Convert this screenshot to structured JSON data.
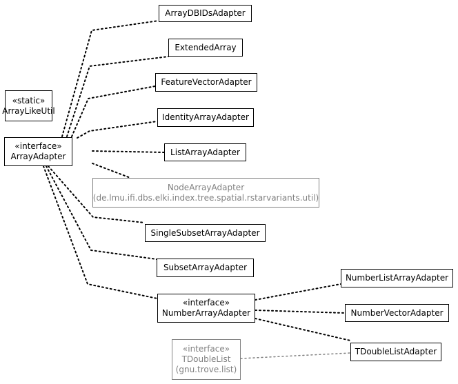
{
  "colors": {
    "line": "#000000",
    "external_line": "#808080",
    "external_text": "#808080",
    "box_border": "#000000",
    "background": "#ffffff"
  },
  "classes": {
    "array_like_util": {
      "stereotype": "«static»",
      "name": "ArrayLikeUtil"
    },
    "array_adapter": {
      "stereotype": "«interface»",
      "name": "ArrayAdapter"
    },
    "array_dbids_adapter": {
      "name": "ArrayDBIDsAdapter"
    },
    "extended_array": {
      "name": "ExtendedArray"
    },
    "feature_vector_adapter": {
      "name": "FeatureVectorAdapter"
    },
    "identity_array_adapter": {
      "name": "IdentityArrayAdapter"
    },
    "list_array_adapter": {
      "name": "ListArrayAdapter"
    },
    "node_array_adapter": {
      "name": "NodeArrayAdapter",
      "package": "(de.lmu.ifi.dbs.elki.index.tree.spatial.rstarvariants.util)"
    },
    "single_subset_array_adapter": {
      "name": "SingleSubsetArrayAdapter"
    },
    "subset_array_adapter": {
      "name": "SubsetArrayAdapter"
    },
    "number_array_adapter": {
      "stereotype": "«interface»",
      "name": "NumberArrayAdapter"
    },
    "number_list_array_adapter": {
      "name": "NumberListArrayAdapter"
    },
    "number_vector_adapter": {
      "name": "NumberVectorAdapter"
    },
    "tdouble_list_adapter": {
      "name": "TDoubleListAdapter"
    },
    "tdouble_list": {
      "stereotype": "«interface»",
      "name": "TDoubleList",
      "package": "(gnu.trove.list)"
    }
  }
}
